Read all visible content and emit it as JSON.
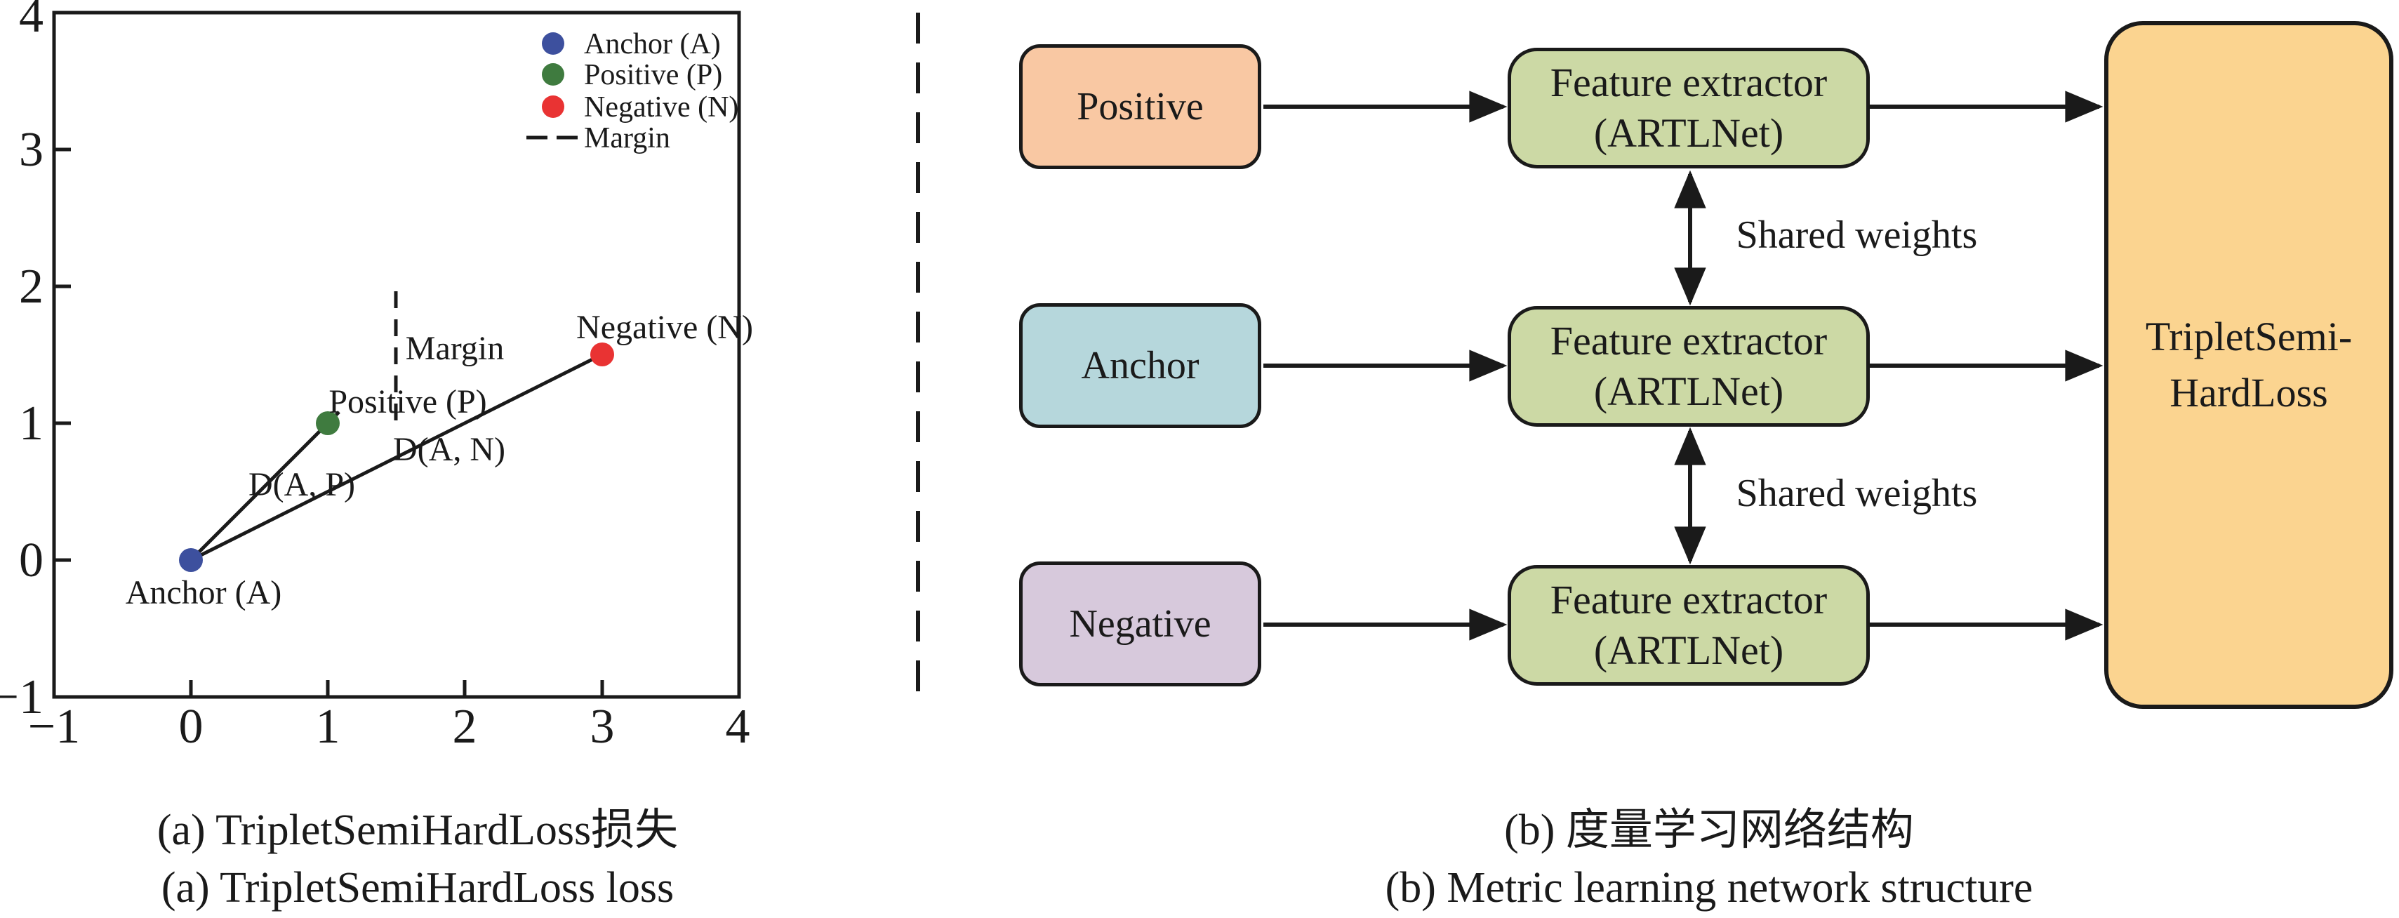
{
  "panel_a": {
    "caption_line1": "(a) TripletSemiHardLoss损失",
    "caption_line2": "(a) TripletSemiHardLoss loss"
  },
  "panel_b": {
    "caption_line1": "(b) 度量学习网络结构",
    "caption_line2": "(b) Metric learning network structure"
  },
  "chart_data": {
    "type": "scatter",
    "title": "",
    "xlabel": "",
    "ylabel": "",
    "xlim": [
      -1,
      4
    ],
    "ylim": [
      -1,
      4
    ],
    "grid": false,
    "legend_position": "upper right",
    "xticks": [
      "−1",
      "0",
      "1",
      "2",
      "3",
      "4"
    ],
    "yticks": [
      "−1",
      "0",
      "1",
      "2",
      "3",
      "4"
    ],
    "points": [
      {
        "name": "Anchor (A)",
        "x": 0,
        "y": 0,
        "color": "#3d509e"
      },
      {
        "name": "Positive (P)",
        "x": 1,
        "y": 1,
        "color": "#3f7b3f"
      },
      {
        "name": "Negative (N)",
        "x": 3,
        "y": 1.5,
        "color": "#e93333"
      }
    ],
    "segments": [
      {
        "name": "D(A, P)",
        "from": [
          0,
          0
        ],
        "to": [
          1,
          1
        ]
      },
      {
        "name": "D(A, N)",
        "from": [
          0,
          0
        ],
        "to": [
          3,
          1.5
        ]
      }
    ],
    "margin_line": {
      "name": "Margin",
      "x": 1.5,
      "y_from": 0.95,
      "y_to": 1.95,
      "style": "dashed"
    },
    "annotations": {
      "anchor": "Anchor (A)",
      "positive": "Positive (P)",
      "negative": "Negative (N)",
      "margin": "Margin",
      "dap": "D(A, P)",
      "dan": "D(A, N)"
    },
    "legend": [
      {
        "label": "Anchor (A)",
        "marker": "dot",
        "color": "#3d509e"
      },
      {
        "label": "Positive (P)",
        "marker": "dot",
        "color": "#3f7b3f"
      },
      {
        "label": "Negative (N)",
        "marker": "dot",
        "color": "#e93333"
      },
      {
        "label": "Margin",
        "marker": "dashed-line",
        "color": "#1a1a1a"
      }
    ]
  },
  "diagram": {
    "inputs": [
      {
        "label": "Positive",
        "color": "#f9c8a3"
      },
      {
        "label": "Anchor",
        "color": "#b6d7dc"
      },
      {
        "label": "Negative",
        "color": "#d7c9dc"
      }
    ],
    "extractors": [
      {
        "line1": "Feature extractor",
        "line2": "(ARTLNet)",
        "color": "#ccd9a5"
      },
      {
        "line1": "Feature extractor",
        "line2": "(ARTLNet)",
        "color": "#ccd9a5"
      },
      {
        "line1": "Feature extractor",
        "line2": "(ARTLNet)",
        "color": "#ccd9a5"
      }
    ],
    "shared_weights_labels": [
      "Shared weights",
      "Shared weights"
    ],
    "loss_box": {
      "line1": "TripletSemi-",
      "line2": "HardLoss",
      "color": "#fbd490"
    }
  }
}
